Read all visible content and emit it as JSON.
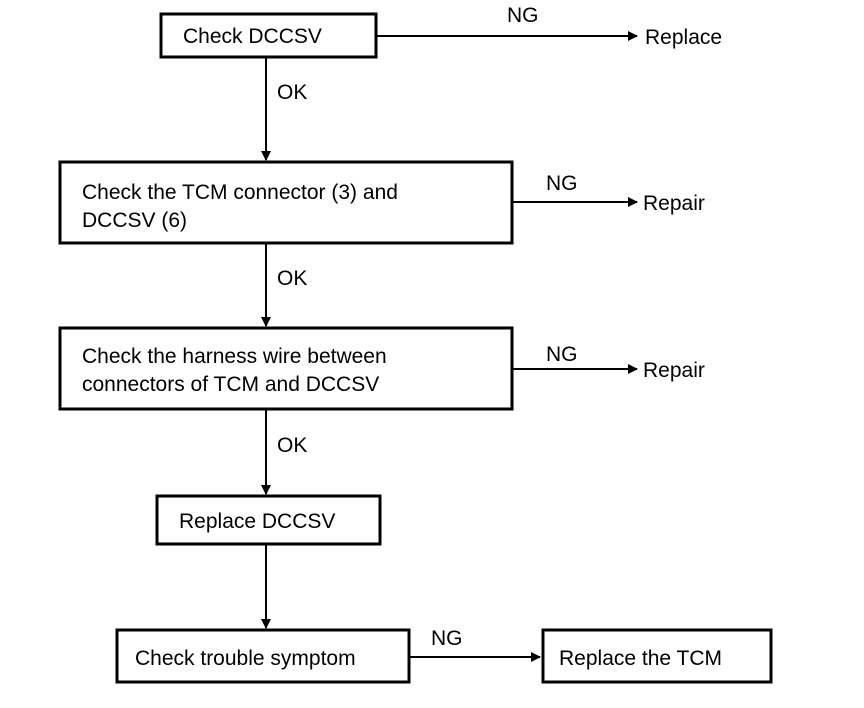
{
  "flowchart": {
    "steps": [
      {
        "lines": [
          "Check DCCSV"
        ],
        "ok_label": "OK",
        "ng_label": "NG",
        "ng_action": "Replace"
      },
      {
        "lines": [
          "Check the TCM connector (3) and",
          "DCCSV (6)"
        ],
        "ok_label": "OK",
        "ng_label": "NG",
        "ng_action": "Repair"
      },
      {
        "lines": [
          "Check the harness wire between",
          "connectors of TCM and DCCSV"
        ],
        "ok_label": "OK",
        "ng_label": "NG",
        "ng_action": "Repair"
      },
      {
        "lines": [
          "Replace DCCSV"
        ]
      },
      {
        "lines": [
          "Check trouble symptom"
        ],
        "ng_label": "NG",
        "ng_action": "Replace the TCM"
      }
    ]
  }
}
